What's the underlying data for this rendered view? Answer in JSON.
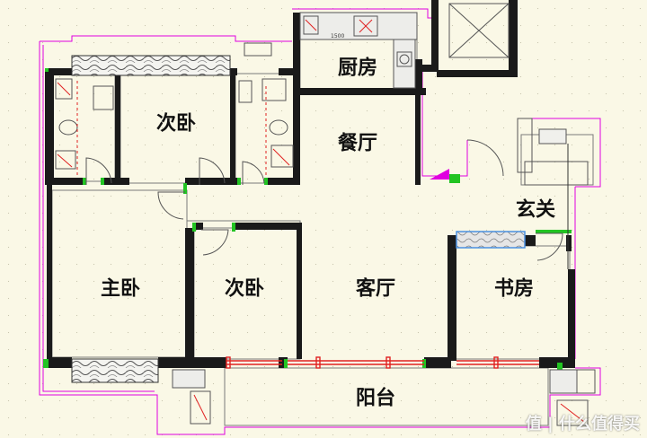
{
  "rooms": {
    "kitchen": "厨房",
    "second_bedroom_top": "次卧",
    "dining": "餐厅",
    "foyer": "玄关",
    "master_bedroom": "主卧",
    "second_bedroom_bottom": "次卧",
    "living_room": "客厅",
    "study": "书房",
    "balcony": "阳台"
  },
  "watermark": "值 | 什么值得买",
  "dimension_text": "1500",
  "colors": {
    "wall": "#1a1a1a",
    "outline_magenta": "#e000e0",
    "window_green": "#22c422",
    "glass_red": "#e02020",
    "thin_line": "#7a7a7a",
    "background": "#faf8e6"
  }
}
